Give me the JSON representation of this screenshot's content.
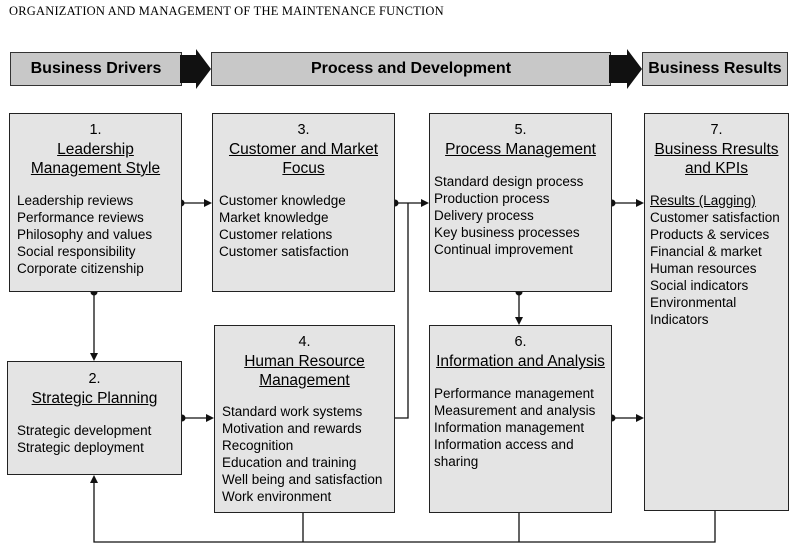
{
  "title": "ORGANIZATION AND MANAGEMENT OF THE MAINTENANCE FUNCTION",
  "headers": {
    "drivers": "Business Drivers",
    "process": "Process and Development",
    "results": "Business Results"
  },
  "boxes": {
    "leadership": {
      "num": "1.",
      "title_lines": [
        "Leadership",
        "Management Style"
      ],
      "items": [
        "Leadership reviews",
        "Performance reviews",
        "Philosophy and values",
        "Social responsibility",
        "Corporate citizenship"
      ]
    },
    "strategic": {
      "num": "2.",
      "title_lines": [
        "Strategic Planning"
      ],
      "items": [
        "Strategic development",
        "Strategic deployment"
      ]
    },
    "customer": {
      "num": "3.",
      "title_lines": [
        "Customer and Market",
        "Focus"
      ],
      "items": [
        "Customer knowledge",
        "Market knowledge",
        "Customer relations",
        "Customer satisfaction"
      ]
    },
    "hr": {
      "num": "4.",
      "title_lines": [
        "Human Resource",
        "Management"
      ],
      "items": [
        "Standard work systems",
        "Motivation and rewards",
        "Recognition",
        "Education and training",
        "Well being and satisfaction",
        "Work environment"
      ]
    },
    "process": {
      "num": "5.",
      "title_lines": [
        "Process Management"
      ],
      "items": [
        "Standard design process",
        "Production process",
        "Delivery process",
        "Key business processes",
        "Continual improvement"
      ]
    },
    "info": {
      "num": "6.",
      "title_lines": [
        "Information and Analysis"
      ],
      "items": [
        "Performance management",
        "Measurement and analysis",
        "Information management",
        "Information access and",
        "sharing"
      ]
    },
    "results": {
      "num": "7.",
      "title_lines": [
        "Business Rresults",
        "and KPIs"
      ],
      "items": [
        "Results (Lagging)",
        "Customer satisfaction",
        "Products & services",
        "Financial & market",
        "Human resources",
        "Social indicators",
        "Environmental",
        "Indicators"
      ]
    }
  }
}
